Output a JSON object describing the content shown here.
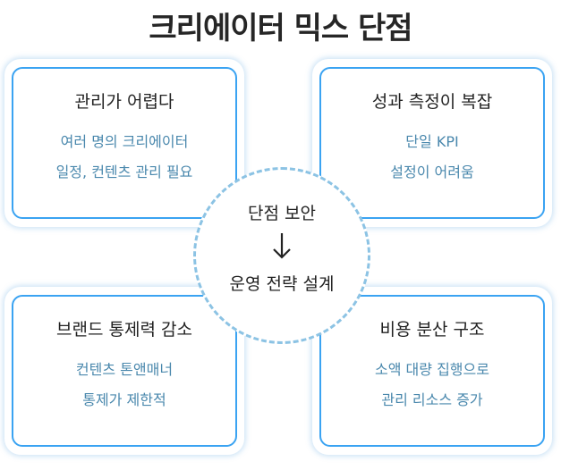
{
  "title": "크리에이터 믹스 단점",
  "cards": [
    {
      "title": "관리가 어렵다",
      "lines": [
        "여러 명의 크리에이터",
        "일정, 컨텐츠 관리 필요"
      ]
    },
    {
      "title": "성과 측정이 복잡",
      "lines": [
        "단일 KPI",
        "설정이 어려움"
      ]
    },
    {
      "title": "브랜드 통제력 감소",
      "lines": [
        "컨텐츠 톤앤매너",
        "통제가 제한적"
      ]
    },
    {
      "title": "비용 분산 구조",
      "lines": [
        "소액 대량 집행으로",
        "관리 리소스 증가"
      ]
    }
  ],
  "center": {
    "top": "단점 보안",
    "bottom": "운영 전략 설계"
  },
  "colors": {
    "border": "#3aa3f2",
    "subtext": "#4a88ad",
    "dash": "#8cc3e4"
  }
}
